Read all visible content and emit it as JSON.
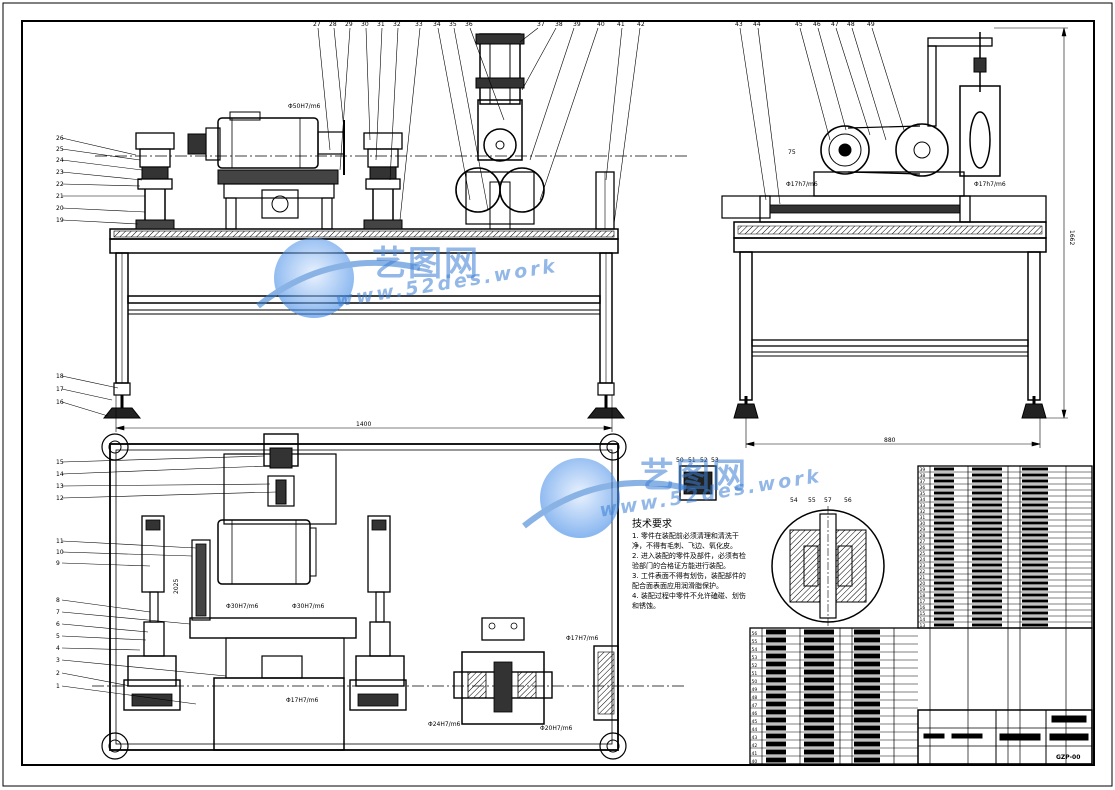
{
  "watermark": {
    "brand": "艺图网",
    "url": "www.52des.work"
  },
  "dimensions": {
    "front_width": "1400",
    "side_width": "880",
    "side_height": "1662",
    "fit_1": "Φ50H7/m6",
    "fit_2": "Φ17h7/m6",
    "fit_3": "Φ17h7/m6",
    "fit_4": "Φ30H7/m6",
    "fit_5": "Φ30H7/m6",
    "fit_6": "Φ17H7/m6",
    "fit_7": "Φ17H7/m6",
    "fit_8": "Φ24H7/m6",
    "fit_9": "Φ20H7/m6",
    "dim_v": "2025",
    "dim_small": "75"
  },
  "tech_requirements": {
    "title": "技术要求",
    "items": [
      "1. 零件在装配前必须清理和清洗干净，不得有毛刺、飞边、氧化皮。",
      "2. 进入装配的零件及部件，必须有检验部门的合格证方能进行装配。",
      "3. 工件表面不得有划伤，装配部件的配合面表面应用润滑脂保护。",
      "4. 装配过程中零件不允许磕碰、划伤和锈蚀。"
    ]
  },
  "detail_labels": [
    "50",
    "51",
    "52",
    "53",
    "54",
    "55",
    "57",
    "56"
  ],
  "title_block": {
    "drawing_no": "GZP-00"
  },
  "part_numbers_front": [
    "26",
    "25",
    "24",
    "23",
    "22",
    "21",
    "20",
    "19",
    "18",
    "17",
    "16"
  ],
  "part_numbers_plan": [
    "15",
    "14",
    "13",
    "12",
    "11",
    "10",
    "9",
    "8",
    "7",
    "6",
    "5",
    "4",
    "3",
    "2",
    "1"
  ],
  "part_numbers_top": [
    "27",
    "28",
    "29",
    "30",
    "31",
    "32",
    "33",
    "34",
    "35",
    "36",
    "37",
    "38",
    "39",
    "40",
    "41",
    "42"
  ],
  "part_numbers_side": [
    "43",
    "44",
    "45",
    "46",
    "47",
    "48",
    "49"
  ],
  "bom_rows_upper": [
    "39",
    "38",
    "37",
    "36",
    "35",
    "34",
    "33",
    "32",
    "31",
    "30",
    "29",
    "28",
    "27",
    "26",
    "25",
    "24",
    "23",
    "22",
    "21",
    "20",
    "19",
    "18",
    "17",
    "16",
    "15",
    "14",
    "13"
  ],
  "bom_rows_lower": [
    "56",
    "55",
    "54",
    "53",
    "52",
    "51",
    "50",
    "49",
    "48",
    "47",
    "46",
    "45",
    "44",
    "43",
    "42",
    "41",
    "40"
  ]
}
